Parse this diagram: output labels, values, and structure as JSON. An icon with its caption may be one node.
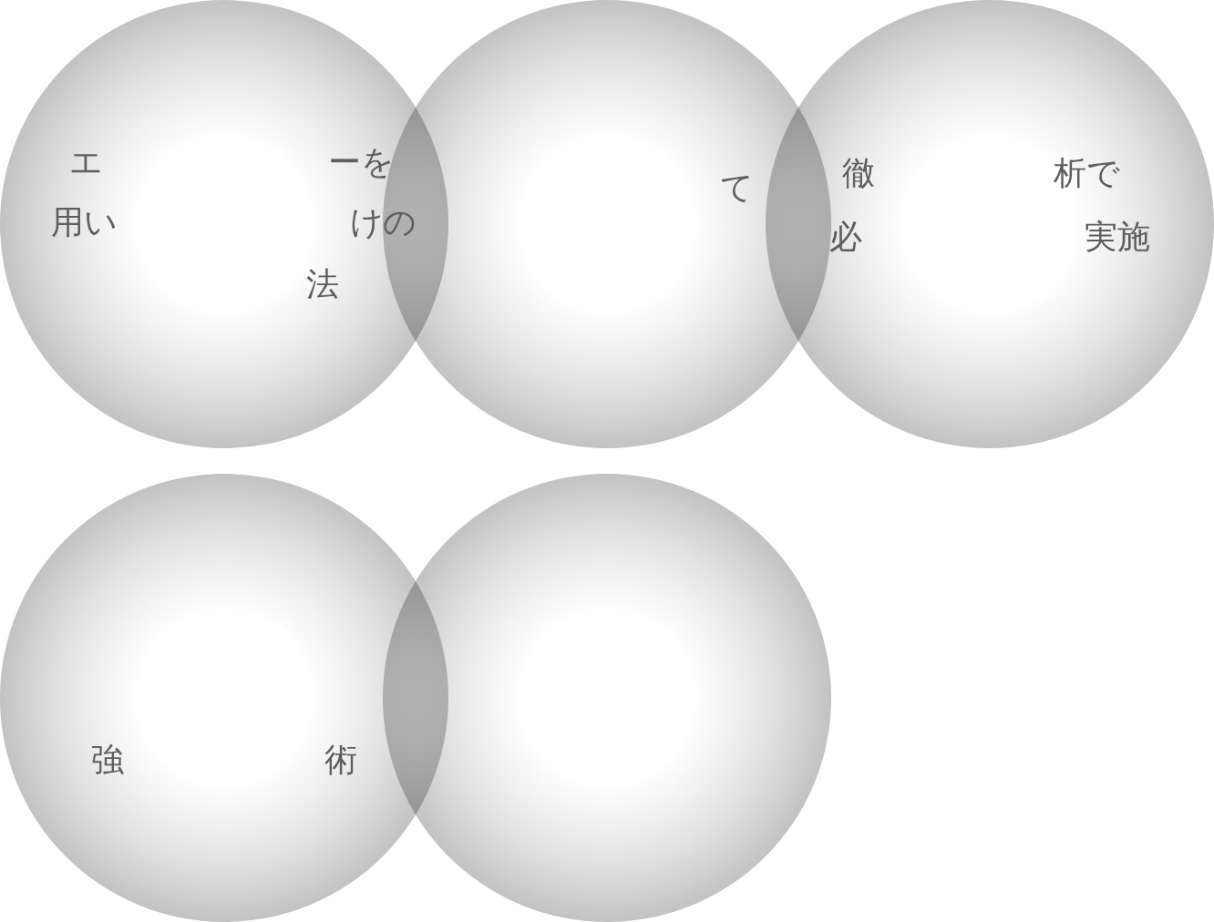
{
  "diagram": {
    "nodes": [
      {
        "text": [
          "エ",
          "ーを",
          "用い",
          "けの",
          "法"
        ]
      },
      {
        "text": [
          "て"
        ]
      },
      {
        "text": [
          "徹",
          "析で",
          "必",
          "実施"
        ]
      },
      {
        "text": [
          "強",
          "術"
        ]
      },
      {
        "text": [],
        "shape": "circle"
      }
    ]
  }
}
